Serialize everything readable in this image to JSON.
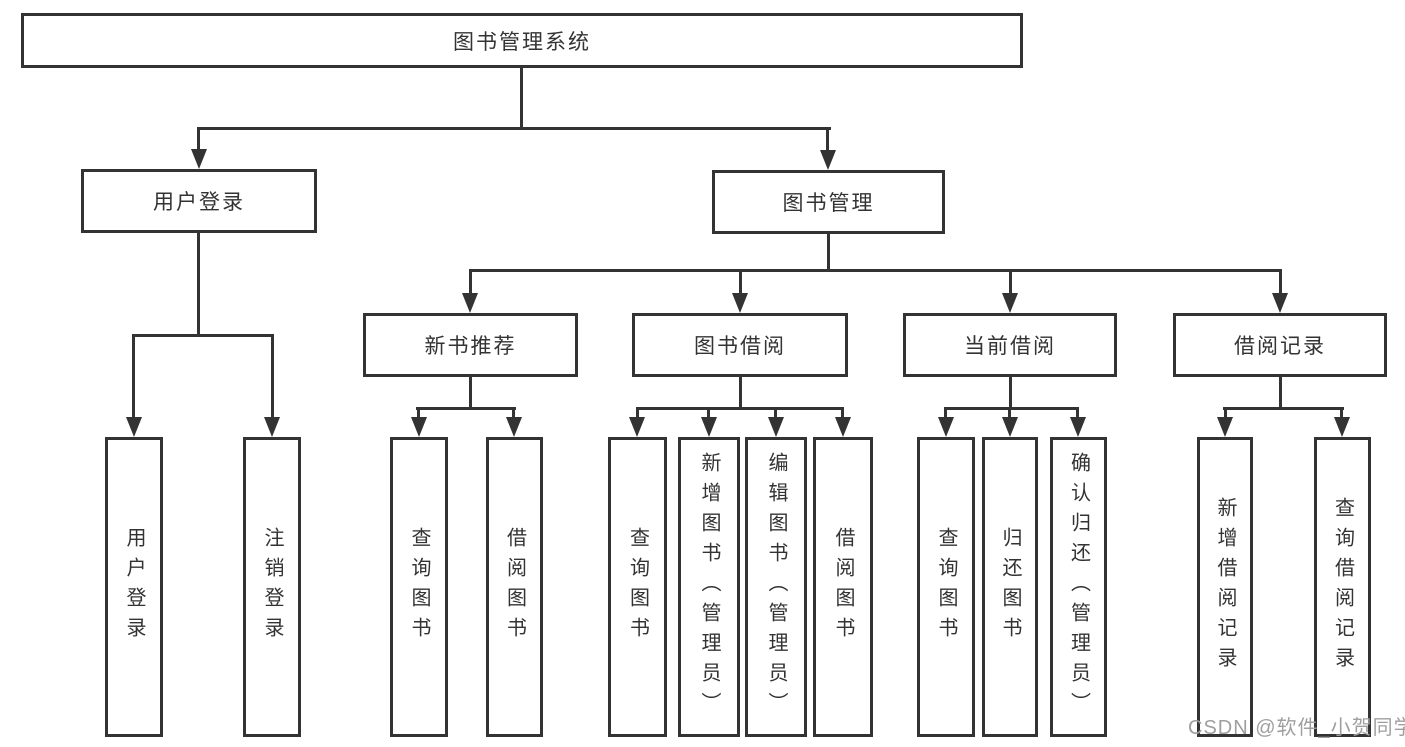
{
  "colors": {
    "line": "#333333",
    "text": "#333333",
    "background": "#ffffff",
    "watermark_color": "#9f9f9f"
  },
  "watermark": "CSDN @软件_小贺同学",
  "tree": {
    "label": "图书管理系统",
    "children": [
      {
        "label": "用户登录",
        "children": [
          {
            "label": "用户登录"
          },
          {
            "label": "注销登录"
          }
        ]
      },
      {
        "label": "图书管理",
        "children": [
          {
            "label": "新书推荐",
            "children": [
              {
                "label": "查询图书"
              },
              {
                "label": "借阅图书"
              }
            ]
          },
          {
            "label": "图书借阅",
            "children": [
              {
                "label": "查询图书"
              },
              {
                "label": "新增图书（管理员）"
              },
              {
                "label": "编辑图书（管理员）"
              },
              {
                "label": "借阅图书"
              }
            ]
          },
          {
            "label": "当前借阅",
            "children": [
              {
                "label": "查询图书"
              },
              {
                "label": "归还图书"
              },
              {
                "label": "确认归还（管理员）"
              }
            ]
          },
          {
            "label": "借阅记录",
            "children": [
              {
                "label": "新增借阅记录"
              },
              {
                "label": "查询借阅记录"
              }
            ]
          }
        ]
      }
    ]
  }
}
